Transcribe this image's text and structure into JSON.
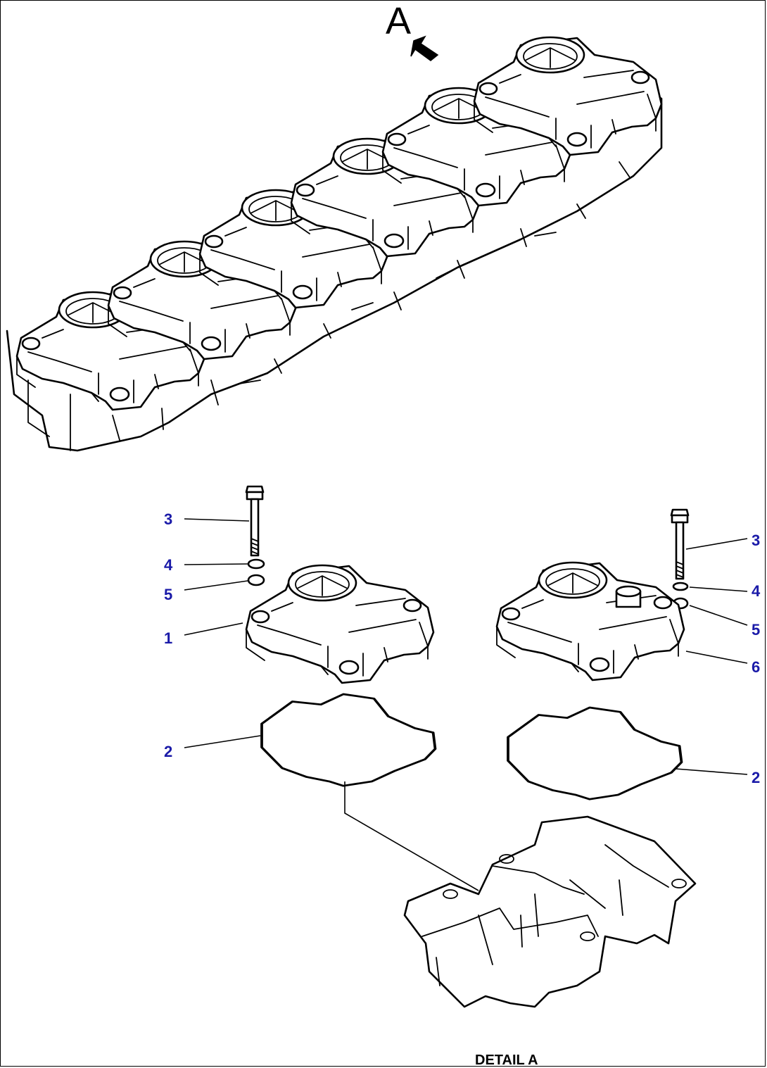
{
  "view_marker": {
    "label": "A"
  },
  "caption": {
    "text": "DETAIL A"
  },
  "callouts": {
    "left": [
      {
        "id": "3",
        "text": "3"
      },
      {
        "id": "4",
        "text": "4"
      },
      {
        "id": "5",
        "text": "5"
      },
      {
        "id": "1",
        "text": "1"
      },
      {
        "id": "2",
        "text": "2"
      }
    ],
    "right": [
      {
        "id": "3",
        "text": "3"
      },
      {
        "id": "4",
        "text": "4"
      },
      {
        "id": "5",
        "text": "5"
      },
      {
        "id": "6",
        "text": "6"
      },
      {
        "id": "2",
        "text": "2"
      }
    ]
  },
  "colors": {
    "callout": "#1a1aa8",
    "line": "#000000",
    "background": "#ffffff"
  }
}
